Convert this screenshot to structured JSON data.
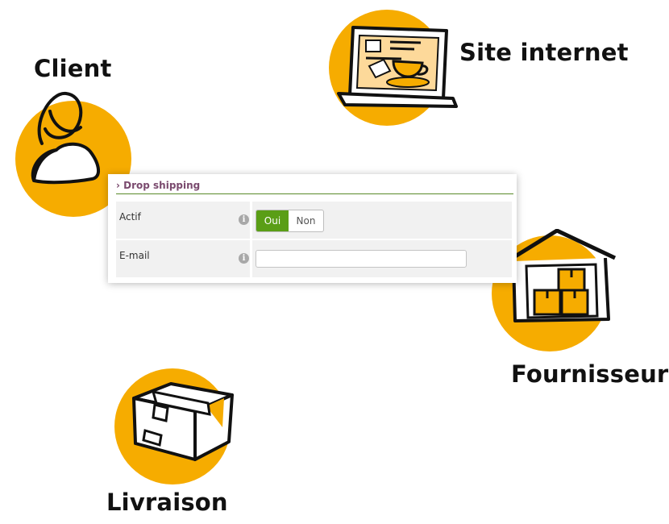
{
  "labels": {
    "client": "Client",
    "site": "Site internet",
    "fournisseur": "Fournisseur",
    "livraison": "Livraison"
  },
  "colors": {
    "accent": "#f6ac00",
    "section_title": "#7a4a6e",
    "toggle_on": "#5a9e16",
    "section_rule": "#5a8a2a"
  },
  "icons": [
    "person-icon",
    "laptop-icon",
    "warehouse-icon",
    "package-icon",
    "info-icon"
  ],
  "form": {
    "section_title": "› Drop shipping",
    "rows": [
      {
        "label": "Actif",
        "toggle": {
          "on": "Oui",
          "off": "Non",
          "selected": "Oui"
        }
      },
      {
        "label": "E-mail",
        "value": ""
      }
    ],
    "info_glyph": "i"
  }
}
